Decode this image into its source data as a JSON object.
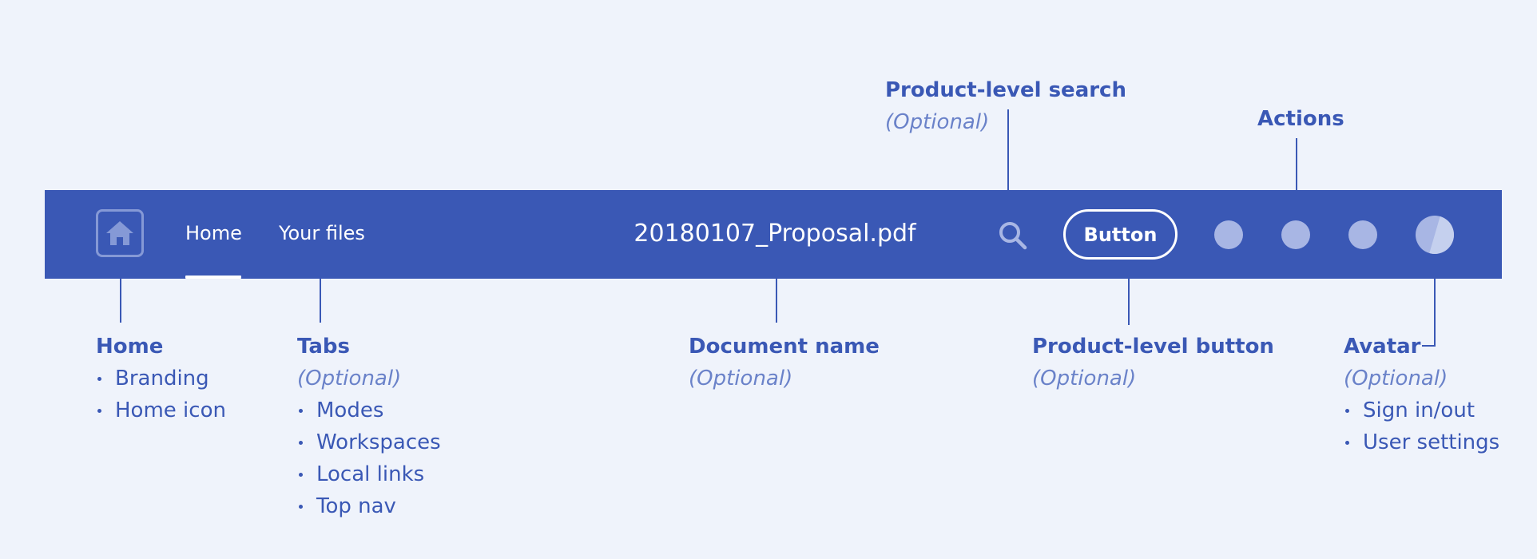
{
  "header": {
    "tabs": [
      {
        "label": "Home",
        "selected": true
      },
      {
        "label": "Your files",
        "selected": false
      }
    ],
    "document_name": "20180107_Proposal.pdf",
    "product_button_label": "Button",
    "icons": {
      "home": "home-icon",
      "search": "search-icon",
      "avatar": "avatar"
    },
    "action_count": 3
  },
  "annotations": {
    "search": {
      "title": "Product-level search",
      "optional": "(Optional)"
    },
    "actions": {
      "title": "Actions"
    },
    "home": {
      "title": "Home",
      "bullets": [
        "Branding",
        "Home icon"
      ]
    },
    "tabs": {
      "title": "Tabs",
      "optional": "(Optional)",
      "bullets": [
        "Modes",
        "Workspaces",
        "Local links",
        "Top nav"
      ]
    },
    "document": {
      "title": "Document name",
      "optional": "(Optional)"
    },
    "button": {
      "title": "Product-level button",
      "optional": "(Optional)"
    },
    "avatar": {
      "title": "Avatar",
      "optional": "(Optional)",
      "bullets": [
        "Sign in/out",
        "User settings"
      ]
    }
  },
  "colors": {
    "background": "#eff3fb",
    "bar": "#3a58b5",
    "annotation_text": "#3a58b5",
    "optional_text": "#6a82c9",
    "action_dot": "#a8b6e4"
  }
}
